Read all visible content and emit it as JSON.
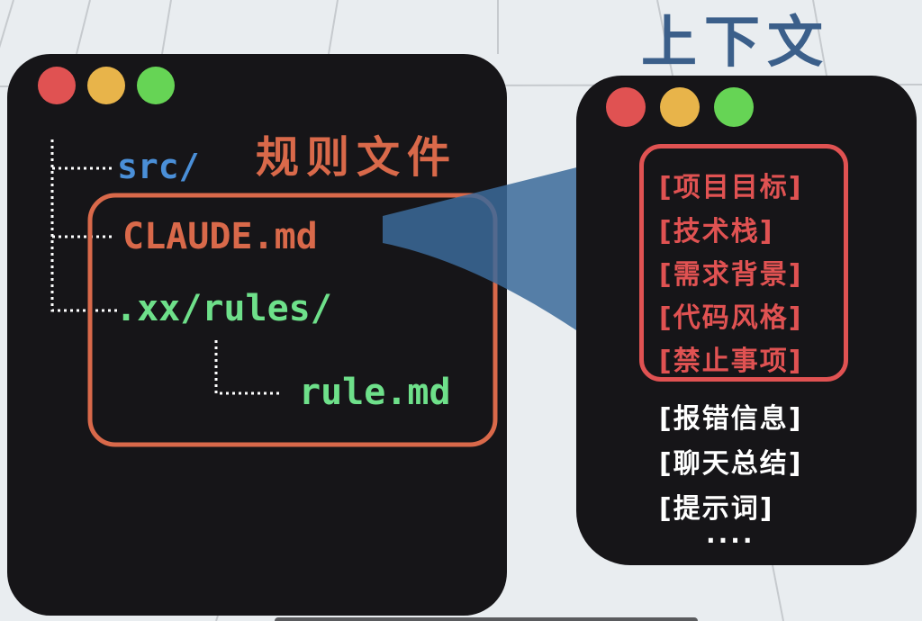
{
  "title": "上下文",
  "rules_window": {
    "heading": "规则文件",
    "tree": {
      "src": "src/",
      "claude": "CLAUDE.md",
      "rules_dir": ".xx/rules/",
      "rule_file": "rule.md"
    }
  },
  "context_window": {
    "highlighted": [
      "[项目目标]",
      "[技术栈]",
      "[需求背景]",
      "[代码风格]",
      "[禁止事项]"
    ],
    "other": [
      "[报错信息]",
      "[聊天总结]",
      "[提示词]"
    ],
    "ellipsis": "····"
  },
  "colors": {
    "red": "#e05252",
    "yellow": "#e8b44a",
    "green": "#66d455",
    "blue": "#3b5f8a",
    "orange": "#d9694a",
    "src": "#4a8fd8",
    "rules": "#6ee08a"
  }
}
